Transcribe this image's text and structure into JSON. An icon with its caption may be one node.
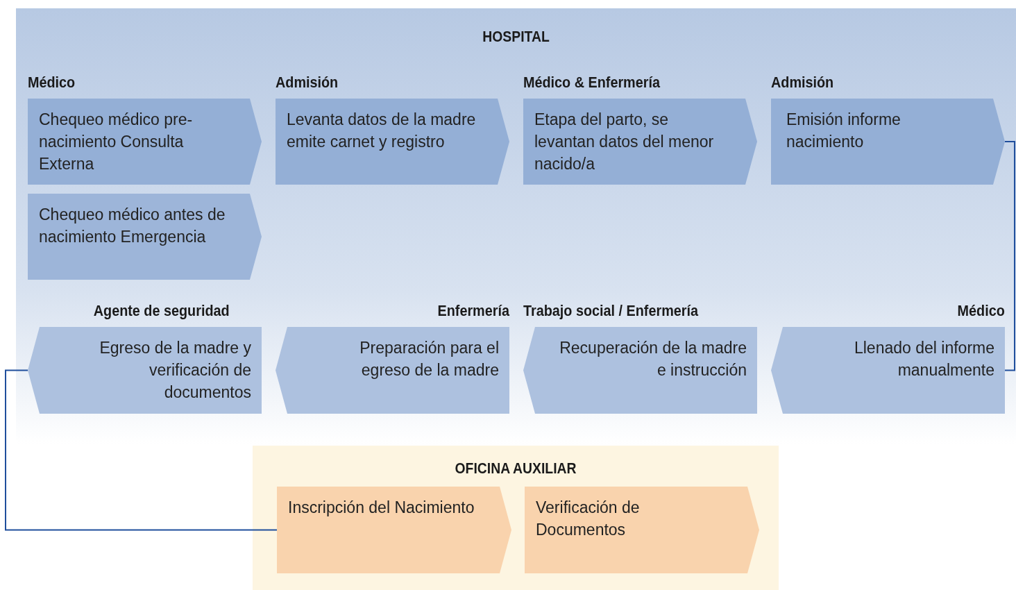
{
  "diagram": {
    "nodes": [
      {
        "text": [
          "HOSPITAL"
        ]
      },
      {
        "text": [
          "Médico",
          "Chequeo médico pre-nacimiento Consulta Externa"
        ],
        "in": 0
      },
      {
        "text": [
          "Admisión",
          "Levanta datos de la madre emite carnet y registro"
        ],
        "in": 0
      },
      {
        "text": [
          "Médico & Enfermería",
          "Etapa del parto, se levantan datos del menor nacido/a"
        ],
        "in": 0
      },
      {
        "text": [
          "Admisión",
          "Emisión informe nacimiento"
        ],
        "in": 0
      },
      {
        "text": [
          "Chequeo médico antes de nacimiento Emergencia"
        ],
        "in": 0
      },
      {
        "text": [
          "Agente de seguridad",
          "Egreso  de la madre y verificación de documentos"
        ],
        "in": 0
      },
      {
        "text": [
          "Enfermería",
          "Preparación para el egreso de la madre"
        ],
        "in": 0
      },
      {
        "text": [
          "Trabajo social / Enfermería",
          "Recuperación de la madre e instrucción"
        ],
        "in": 0
      },
      {
        "text": [
          "Médico",
          "Llenado del informe manualmente"
        ],
        "in": 0
      },
      {
        "text": [
          "OFICINA  AUXILIAR"
        ]
      },
      {
        "text": [
          "Inscripción del Nacimiento"
        ],
        "in": 10
      },
      {
        "text": [
          "Verificación de Documentos"
        ],
        "in": 10
      }
    ],
    "edges": [
      {
        "from": 4,
        "to": 9,
        "arrow": "none"
      },
      {
        "from": 6,
        "to": 11,
        "arrow": "none"
      }
    ]
  }
}
